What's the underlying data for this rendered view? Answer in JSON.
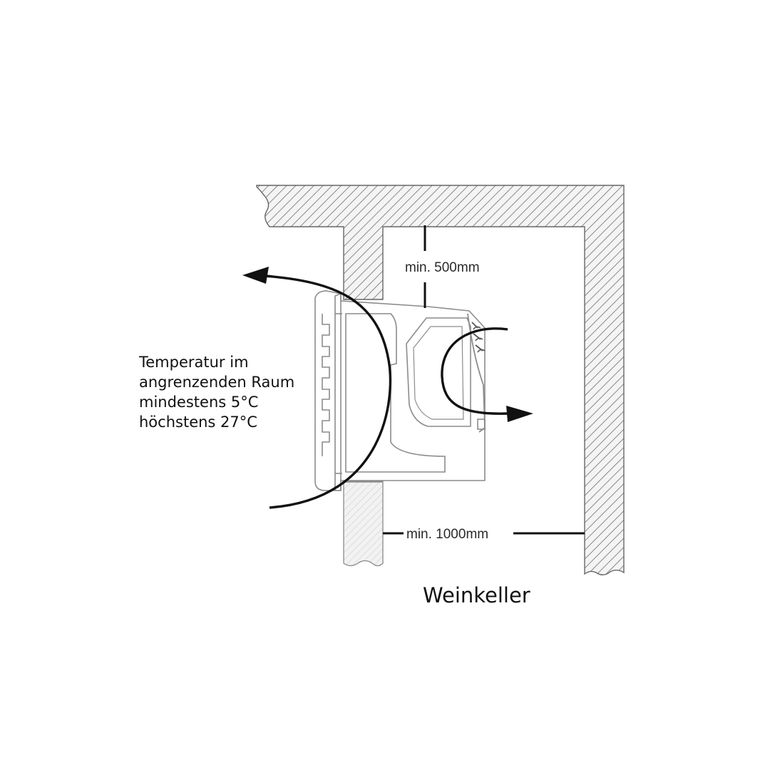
{
  "diagram": {
    "dimension_top": "min. 500mm",
    "dimension_bottom": "min. 1000mm",
    "temperature_note": [
      "Temperatur im",
      "angrenzenden Raum",
      "mindestens 5°C",
      "höchstens 27°C"
    ],
    "room_label": "Weinkeller"
  }
}
